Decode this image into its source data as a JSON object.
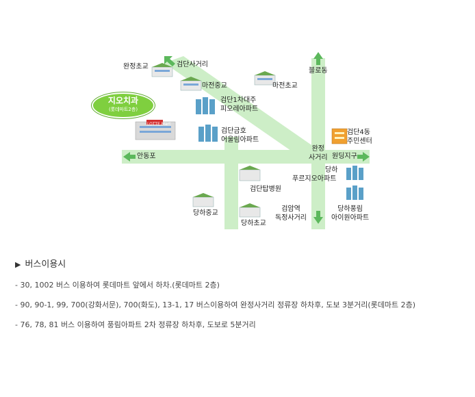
{
  "map": {
    "clinic": {
      "name": "지오치과",
      "floor": "(롯데마트2층)",
      "mart_sign": "LOTTE Mart"
    },
    "labels": {
      "wanjeong_cho": "완정초교",
      "geomdan_sageori": "검단사거리",
      "majeon_jung": "마전중교",
      "majeon_cho": "마전초교",
      "bullo_dong": "블로동",
      "daeju_line1": "검단1차대주",
      "daeju_line2": "피오레아파트",
      "geumho_line1": "검단금호",
      "geumho_line2": "어울림아파트",
      "community_line1": "검단4동",
      "community_line2": "주민센터",
      "wanjeong_sageori_line1": "완정",
      "wanjeong_sageori_line2": "사거리",
      "wonding": "원딩지구",
      "andongpo": "안동포",
      "dangha_fuji_line1": "당하",
      "dangha_fuji_line2": "푸르지오아파트",
      "tap_hospital": "검단탑병원",
      "dangha_jung": "당하중교",
      "dangha_cho": "당하초교",
      "geomam_line1": "검암역",
      "geomam_line2": "독정사거리",
      "pungnim_line1": "당하풍림",
      "pungnim_line2": "아이원아파트"
    }
  },
  "bus": {
    "title": "버스이용시",
    "routes": [
      "- 30, 1002 버스 이용하여 롯데마트 앞에서 하차.(롯데마트 2층)",
      "- 90, 90-1, 99, 700(강화서문), 700(화도), 13-1, 17 버스이용하여 완정사거리 정류장 하차후, 도보 3분거리(롯데마트 2층)",
      "- 76, 78, 81 버스 이용하여 풍림아파트 2차 정류장 하차후, 도보로 5분거리"
    ]
  },
  "colors": {
    "road": "#cdeec7",
    "road_edge": "#b5e0ad",
    "arrow": "#5cb85c",
    "badge": "#7fcf3f"
  }
}
